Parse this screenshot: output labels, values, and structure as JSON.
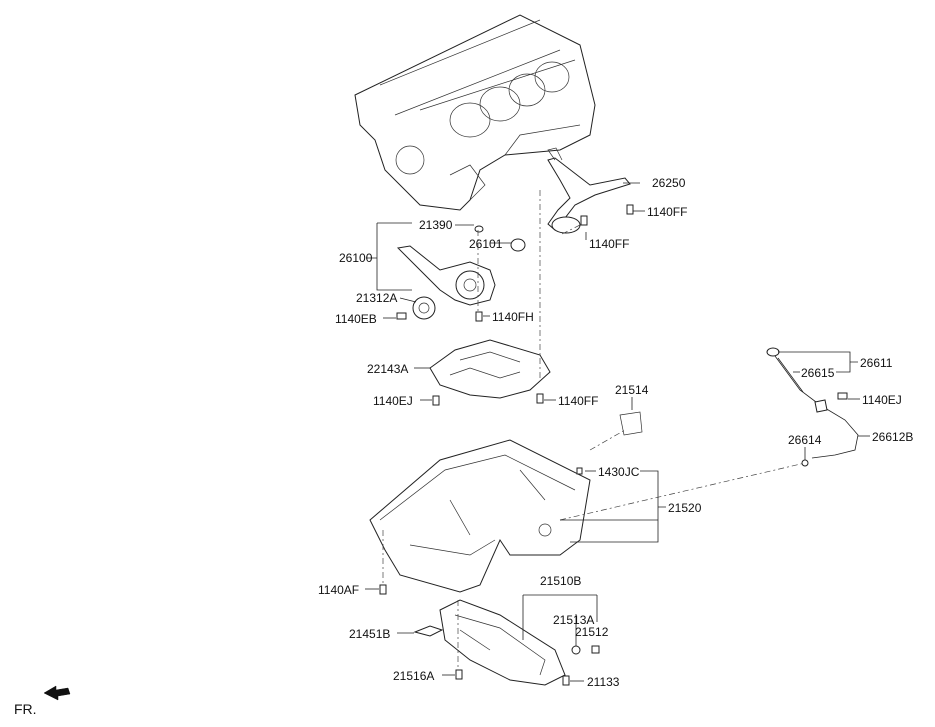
{
  "diagram": {
    "labels": {
      "p26250": "26250",
      "p1140FF_a": "1140FF",
      "p1140FF_b": "1140FF",
      "p21390": "21390",
      "p26101": "26101",
      "p26100": "26100",
      "p21312A": "21312A",
      "p1140EB": "1140EB",
      "p1140FH": "1140FH",
      "p22143A": "22143A",
      "p1140EJ_a": "1140EJ",
      "p1140FF_c": "1140FF",
      "p21514": "21514",
      "p26611": "26611",
      "p26615": "26615",
      "p1140EJ_b": "1140EJ",
      "p26614": "26614",
      "p26612B": "26612B",
      "p1430JC": "1430JC",
      "p21520": "21520",
      "p1140AF": "1140AF",
      "p21510B": "21510B",
      "p21513A": "21513A",
      "p21512": "21512",
      "p21451B": "21451B",
      "p21516A": "21516A",
      "p21133": "21133",
      "fr": "FR."
    }
  }
}
